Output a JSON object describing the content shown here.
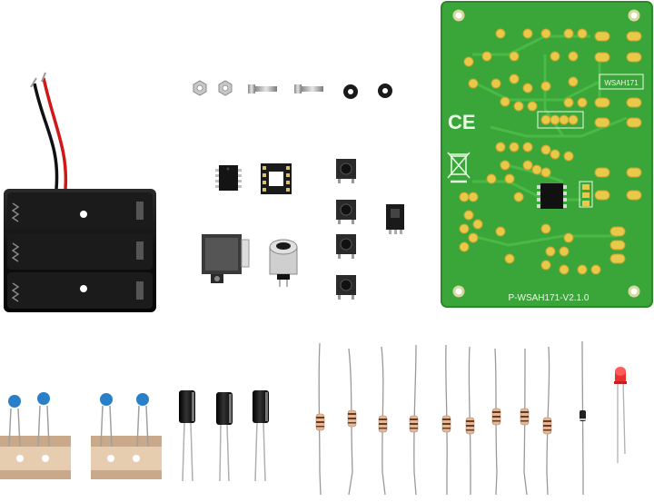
{
  "pcb": {
    "model_label": "P-WSAH171-V2.1.0",
    "chip_label": "WSAH171",
    "ce_mark": "CE"
  },
  "colors": {
    "pcb_green": "#3aa63a",
    "pad_gold": "#e8c94a",
    "battery_black": "#111111",
    "wire_red": "#d01818",
    "cap_blue": "#2a7fc9",
    "tape_tan": "#c9a98a",
    "resistor_body": "#e4b89a",
    "led_red": "#e83030"
  },
  "parts": [
    "battery-holder-3xAA",
    "nuts",
    "screws",
    "washers",
    "ic-8pin",
    "ic-socket-8pin",
    "tact-switches",
    "slide-switch",
    "audio-jack",
    "buzzer",
    "ceramic-capacitors",
    "electrolytic-capacitors",
    "resistors",
    "red-led"
  ]
}
